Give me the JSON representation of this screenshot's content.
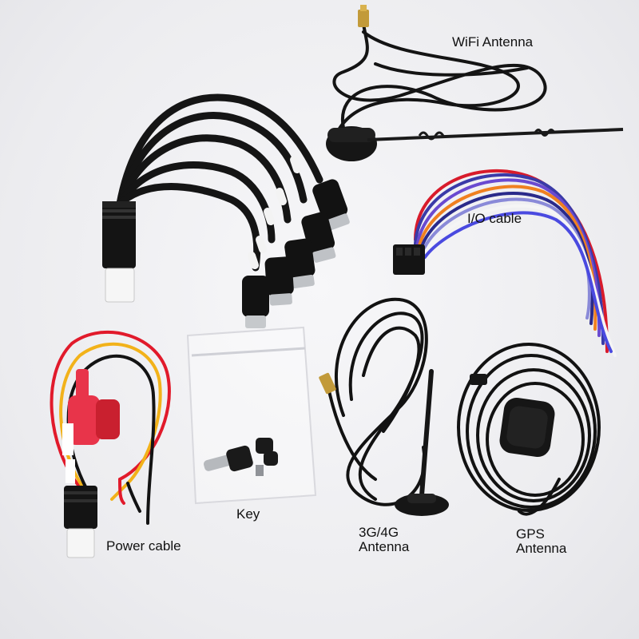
{
  "labels": {
    "wifi_antenna": "WiFi Antenna",
    "io_cable": "I/O cable",
    "power_cable": "Power cable",
    "key": "Key",
    "cellular_antenna_line1": "3G/4G",
    "cellular_antenna_line2": "Antenna",
    "gps_antenna_line1": "GPS",
    "gps_antenna_line2": "Antenna"
  },
  "colors": {
    "background": "#efeff1",
    "cable": "#111111",
    "connector_metal": "#b9bcc0",
    "power_red": "#e11a2b",
    "power_yellow": "#f2b21a",
    "fuse_holder": "#e8344a",
    "io_wires": [
      "#d81b2b",
      "#3a3aa8",
      "#6a4ad0",
      "#f08020",
      "#2a2a8a",
      "#8a8ad8",
      "#ffffff",
      "#555555"
    ]
  }
}
